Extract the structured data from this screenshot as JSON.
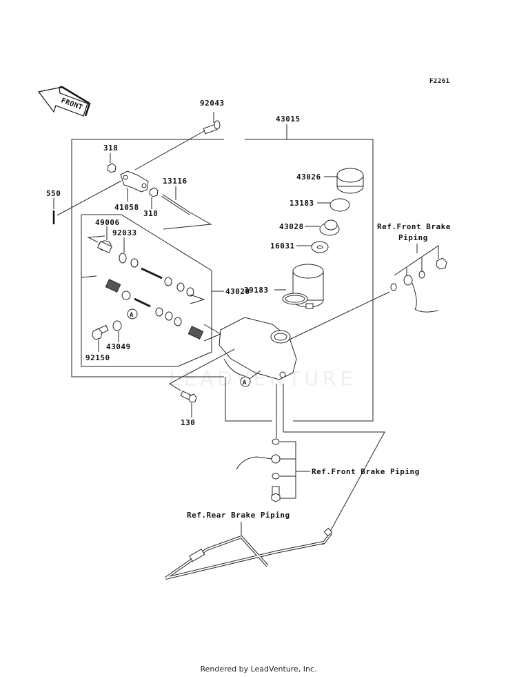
{
  "diagram": {
    "figure_code": "F2261",
    "direction_indicator": "FRONT",
    "watermark": "LEADVENTURE",
    "parts": {
      "p92043": "92043",
      "p43015": "43015",
      "p318a": "318",
      "p318b": "318",
      "p550": "550",
      "p41058": "41058",
      "p13116": "13116",
      "p43026": "43026",
      "p13183": "13183",
      "p43028": "43028",
      "p16031": "16031",
      "p49006": "49006",
      "p92033": "92033",
      "p43020": "43020",
      "p39183": "39183",
      "p43049": "43049",
      "p92150": "92150",
      "p130": "130"
    },
    "callout_marker": "A",
    "references": {
      "front_brake_top_line1": "Ref.Front Brake",
      "front_brake_top_line2": "Piping",
      "front_brake_bottom": "Ref.Front Brake Piping",
      "rear_brake": "Ref.Rear Brake Piping"
    }
  },
  "footer": "Rendered by LeadVenture, Inc."
}
